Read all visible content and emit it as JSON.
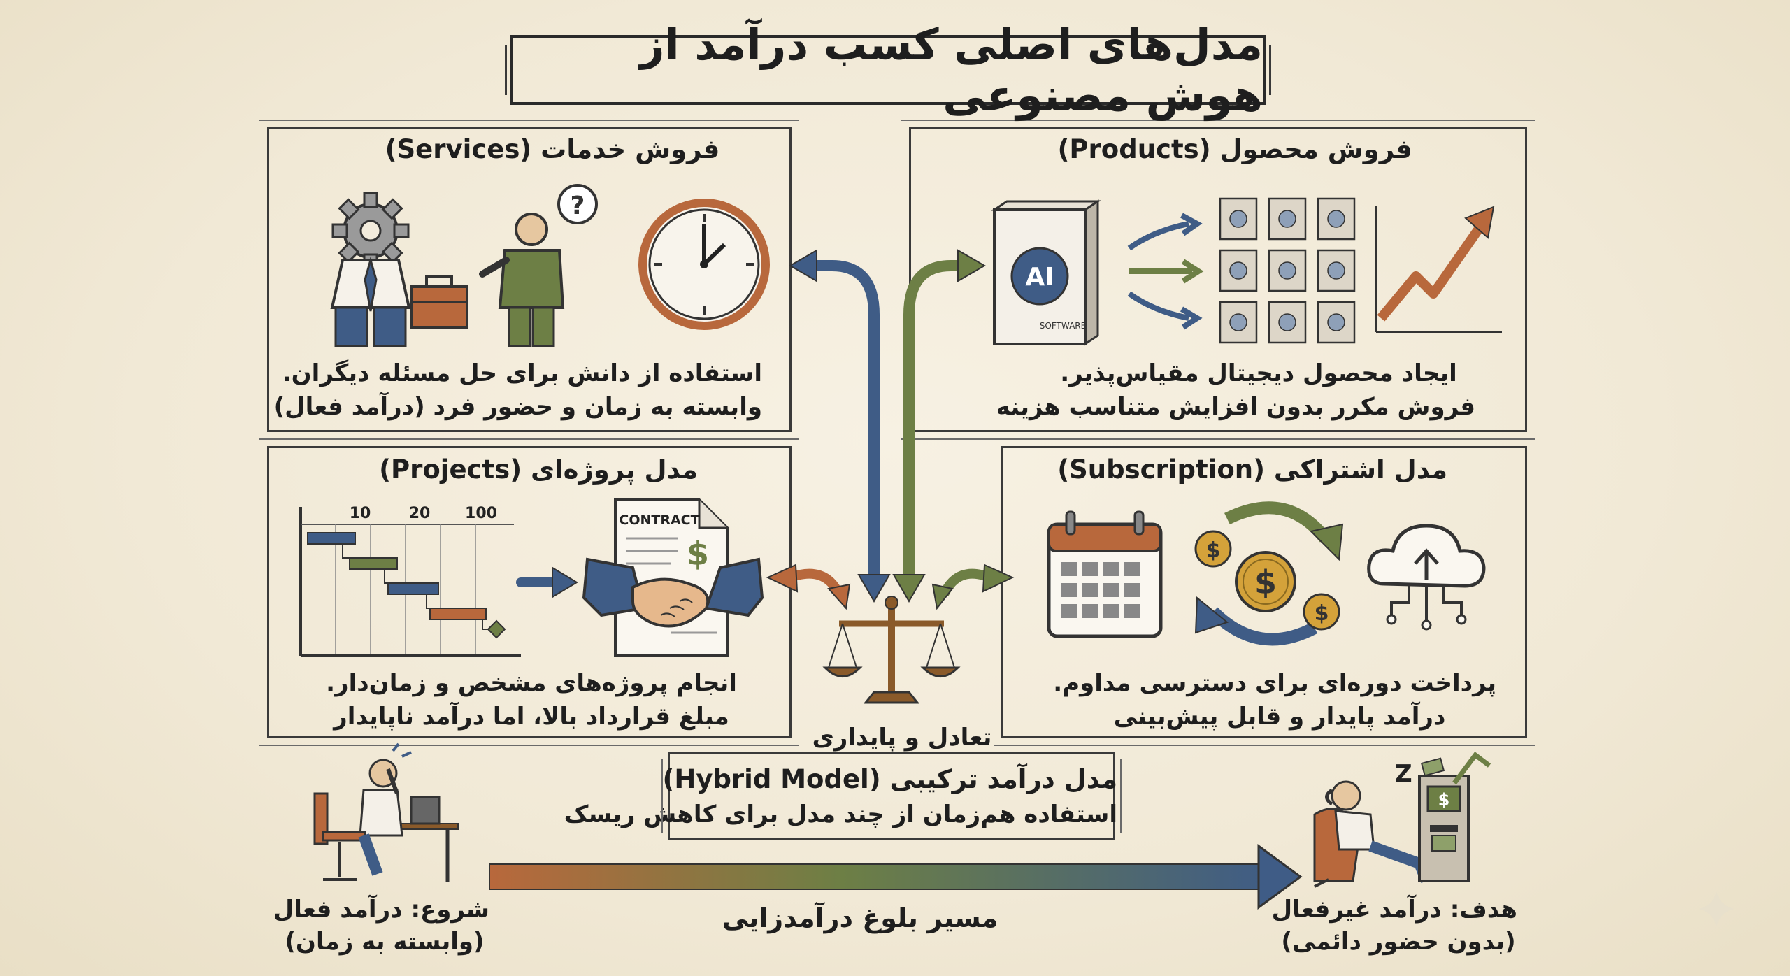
{
  "title": "مدل‌های اصلی کسب درآمد از هوش مصنوعی",
  "services": {
    "heading": "فروش خدمات (Services)",
    "line1": "استفاده از دانش برای حل مسئله دیگران.",
    "line2": "وابسته به زمان و حضور فرد (درآمد فعال)"
  },
  "products": {
    "heading": "فروش محصول (Products)",
    "line1": "ایجاد محصول دیجیتال مقیاس‌پذیر.",
    "line2": "فروش مکرر بدون افزایش متناسب هزینه",
    "box_ai": "AI",
    "box_label": "SOFTWARE"
  },
  "projects": {
    "heading": "مدل پروژه‌ای (Projects)",
    "line1": "انجام پروژه‌های مشخص و زمان‌دار.",
    "line2": "مبلغ قرارداد بالا، اما درآمد ناپایدار",
    "gantt_ticks": [
      "10",
      "20",
      "100"
    ],
    "contract_label": "CONTRACT"
  },
  "subscription": {
    "heading": "مدل اشتراکی (Subscription)",
    "line1": "پرداخت دوره‌ای برای دسترسی مداوم.",
    "line2": "درآمد پایدار و قابل پیش‌بینی"
  },
  "balance": {
    "label": "تعادل و پایداری"
  },
  "hybrid": {
    "heading": "مدل درآمد ترکیبی (Hybrid Model)",
    "subtitle": "استفاده هم‌زمان از چند مدل برای کاهش ریسک"
  },
  "start": {
    "line1": "شروع: درآمد فعال",
    "line2": "(وابسته به زمان)"
  },
  "goal": {
    "line1": "هدف: درآمد غیرفعال",
    "line2": "(بدون حضور دائمی)",
    "sleep": "Z Z"
  },
  "path_label": "مسیر بلوغ درآمدزایی",
  "colors": {
    "blue": "#3f5c86",
    "green": "#6d7f45",
    "orange": "#b8683c",
    "paper": "#f3ecdc",
    "ink": "#1e1e1e"
  }
}
